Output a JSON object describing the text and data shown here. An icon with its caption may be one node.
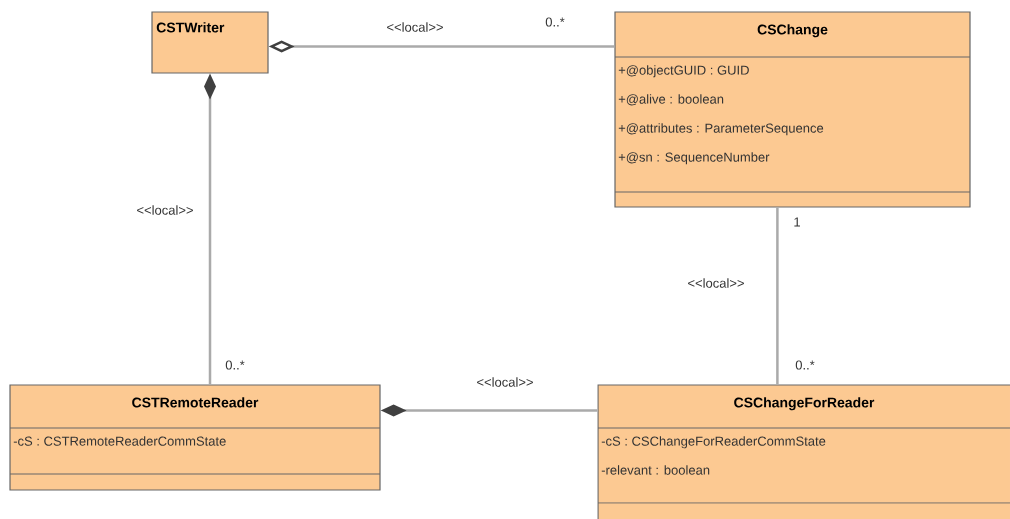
{
  "diagram": {
    "nodes": [
      {
        "text": [
          "CSTWriter"
        ]
      },
      {
        "text": [
          "CSChange",
          "+@objectGUID : GUID",
          "+@alive : boolean",
          "+@attributes : ParameterSequence",
          "+@sn : SequenceNumber"
        ]
      },
      {
        "text": [
          "CSTRemoteReader",
          "-cS : CSTRemoteReaderCommState"
        ]
      },
      {
        "text": [
          "CSChangeForReader",
          "-cS : CSChangeForReaderCommState",
          "-relevant : boolean"
        ]
      }
    ],
    "edges": [
      {
        "from": 1,
        "to": 0,
        "arrow": "other",
        "label": "<<local>>"
      },
      {
        "from": 2,
        "to": 0,
        "arrow": "other",
        "label": "<<local>>"
      },
      {
        "from": 3,
        "to": 2,
        "arrow": "other",
        "label": "<<local>>"
      },
      {
        "from": 1,
        "to": 3,
        "arrow": "none",
        "label": "<<local>>"
      }
    ],
    "labels": [
      "0..*",
      "1",
      "0..*",
      "0..*"
    ]
  }
}
